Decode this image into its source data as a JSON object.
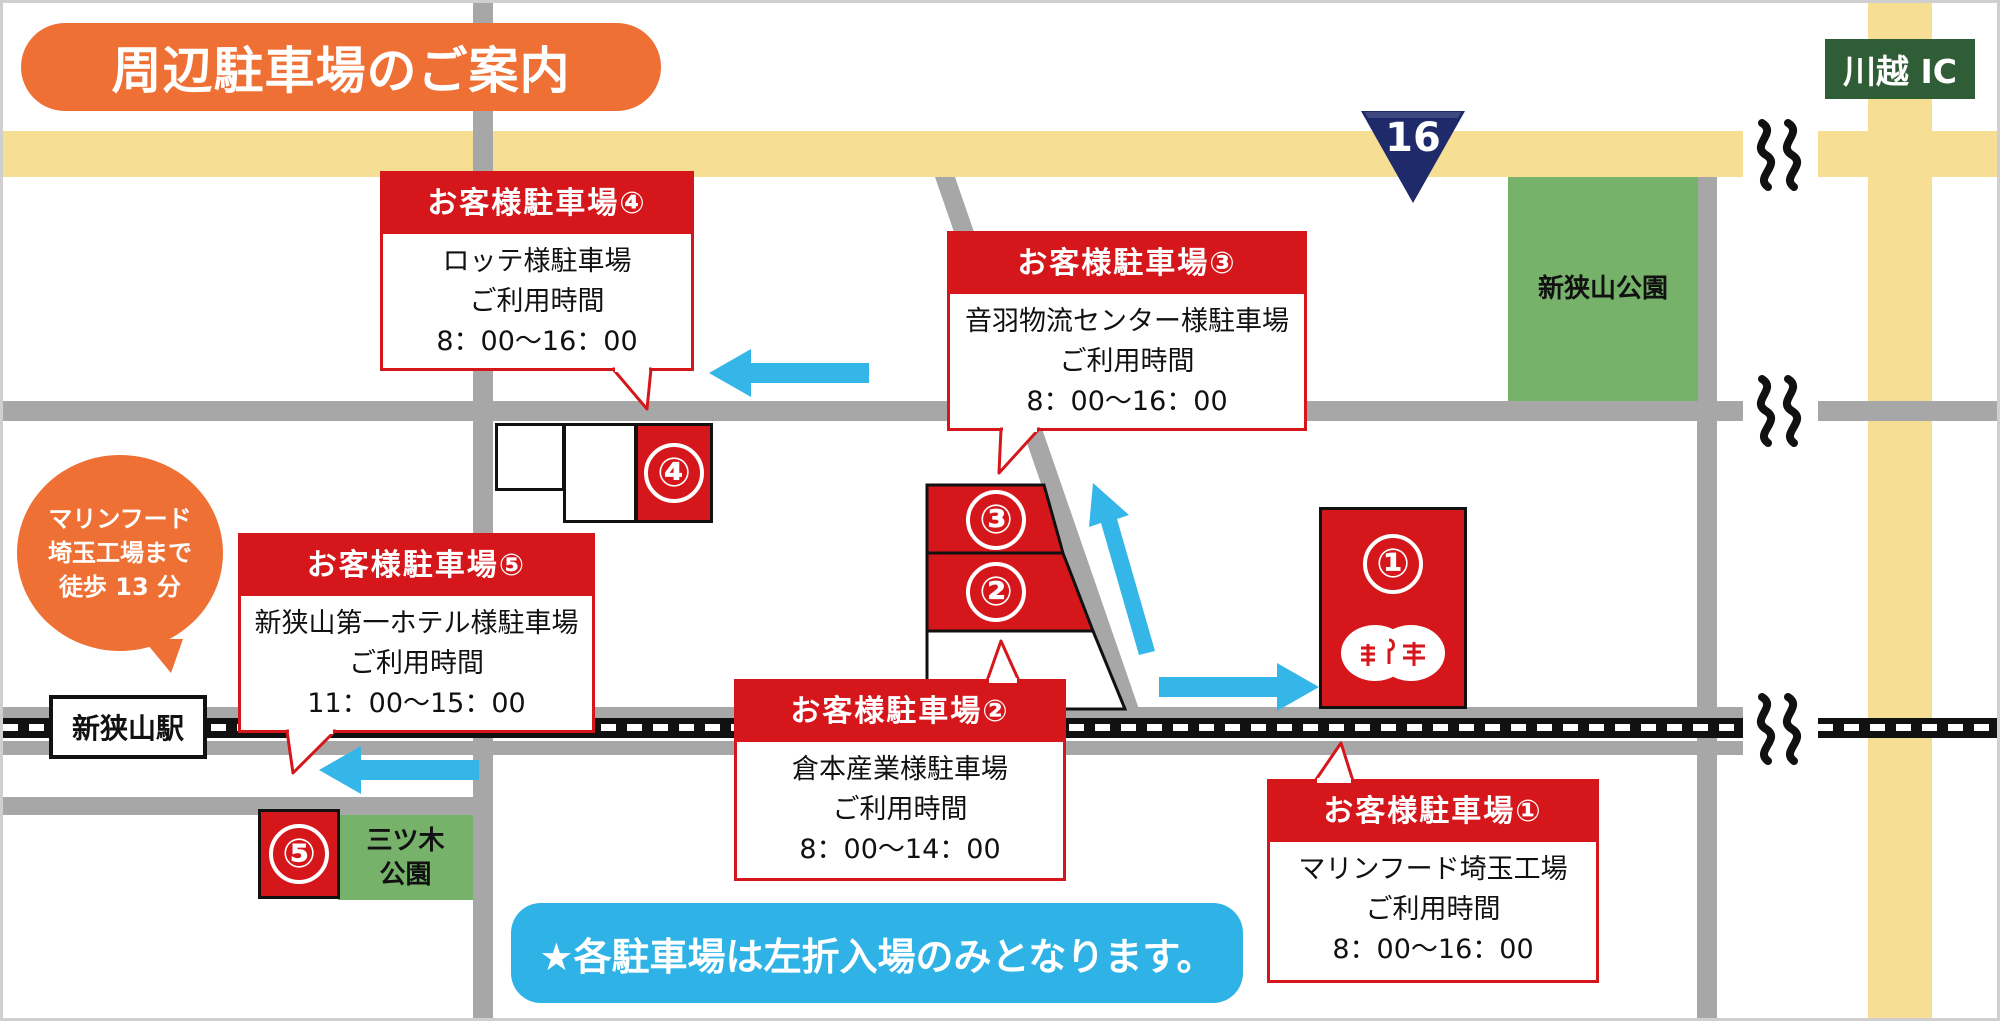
{
  "title": "周辺駐車場のご案内",
  "interchange": "川越 IC",
  "route_shield": "16",
  "station": "新狭山駅",
  "parks": {
    "shinsayama": "新狭山公園",
    "mitsugi_line1": "三ツ木",
    "mitsugi_line2": "公園"
  },
  "walk_bubble": {
    "line1": "マリンフード",
    "line2": "埼玉工場まで",
    "line3": "徒歩 13 分"
  },
  "lot_numbers": {
    "p1": "①",
    "p2": "②",
    "p3": "③",
    "p4": "④",
    "p5": "⑤"
  },
  "callouts": {
    "p1": {
      "header": "お客様駐車場①",
      "name": "マリンフード埼玉工場",
      "label": "ご利用時間",
      "hours": "8：00～16：00"
    },
    "p2": {
      "header": "お客様駐車場②",
      "name": "倉本産業様駐車場",
      "label": "ご利用時間",
      "hours": "8：00～14：00"
    },
    "p3": {
      "header": "お客様駐車場③",
      "name": "音羽物流センター様駐車場",
      "label": "ご利用時間",
      "hours": "8：00～16：00"
    },
    "p4": {
      "header": "お客様駐車場④",
      "name": "ロッテ様駐車場",
      "label": "ご利用時間",
      "hours": "8：00～16：00"
    },
    "p5": {
      "header": "お客様駐車場⑤",
      "name": "新狭山第一ホテル様駐車場",
      "label": "ご利用時間",
      "hours": "11：00～15：00"
    }
  },
  "notice": "★各駐車場は左折入場のみとなります。",
  "colors": {
    "title_bg": "#ee7034",
    "callout_red": "#d5161b",
    "arrow_blue": "#35b6e8",
    "notice_bg": "#2fb3e6",
    "park_green": "#77b26b",
    "road_gray": "#a7a7a7",
    "highway_yellow": "#f6df95",
    "shield_navy": "#1e2a6a",
    "ic_green": "#2f5d35"
  }
}
